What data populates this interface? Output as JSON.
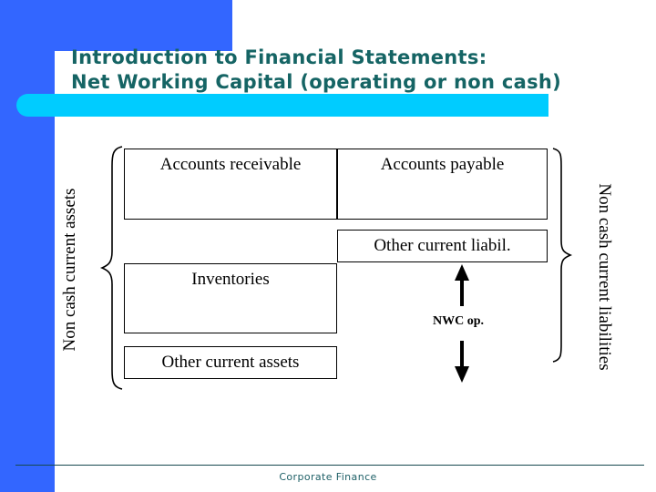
{
  "slide": {
    "title_line1": "Introduction to Financial Statements:",
    "title_line2": "Net Working Capital (operating or non cash)",
    "title_color": "#156464",
    "accent_blue": "#3366FF",
    "accent_cyan": "#00CCFF"
  },
  "diagram": {
    "left_bracket_label": "Non cash current assets",
    "right_bracket_label": "Non cash current liabilities",
    "assets": [
      {
        "label": "Accounts receivable"
      },
      {
        "label": "Inventories"
      },
      {
        "label": "Other current assets"
      }
    ],
    "liabilities": [
      {
        "label": "Accounts payable"
      },
      {
        "label": "Other current liabil."
      }
    ],
    "measure_label": "NWC op."
  },
  "footer": {
    "text": "Corporate Finance"
  }
}
